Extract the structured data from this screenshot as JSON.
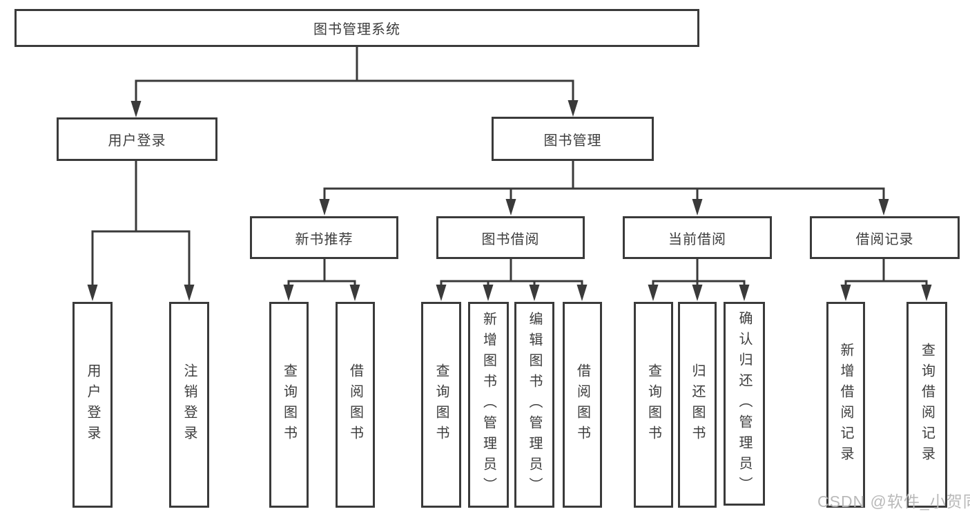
{
  "colors": {
    "line": "#3a3a3a",
    "text": "#3d3d3d",
    "watermark": "#b9b9b9"
  },
  "watermark": {
    "text": "CSDN @软件_小贺同学"
  },
  "tree": {
    "label": "图书管理系统",
    "children": [
      {
        "label": "用户登录",
        "children": [
          {
            "label": "用户登录"
          },
          {
            "label": "注销登录"
          }
        ]
      },
      {
        "label": "图书管理",
        "children": [
          {
            "label": "新书推荐",
            "children": [
              {
                "label": "查询图书"
              },
              {
                "label": "借阅图书"
              }
            ]
          },
          {
            "label": "图书借阅",
            "children": [
              {
                "label": "查询图书"
              },
              {
                "label": "新增图书（管理员）"
              },
              {
                "label": "编辑图书（管理员）"
              },
              {
                "label": "借阅图书"
              }
            ]
          },
          {
            "label": "当前借阅",
            "children": [
              {
                "label": "查询图书"
              },
              {
                "label": "归还图书"
              },
              {
                "label": "确认归还（管理员）"
              }
            ]
          },
          {
            "label": "借阅记录",
            "children": [
              {
                "label": "新增借阅记录"
              },
              {
                "label": "查询借阅记录"
              }
            ]
          }
        ]
      }
    ]
  }
}
